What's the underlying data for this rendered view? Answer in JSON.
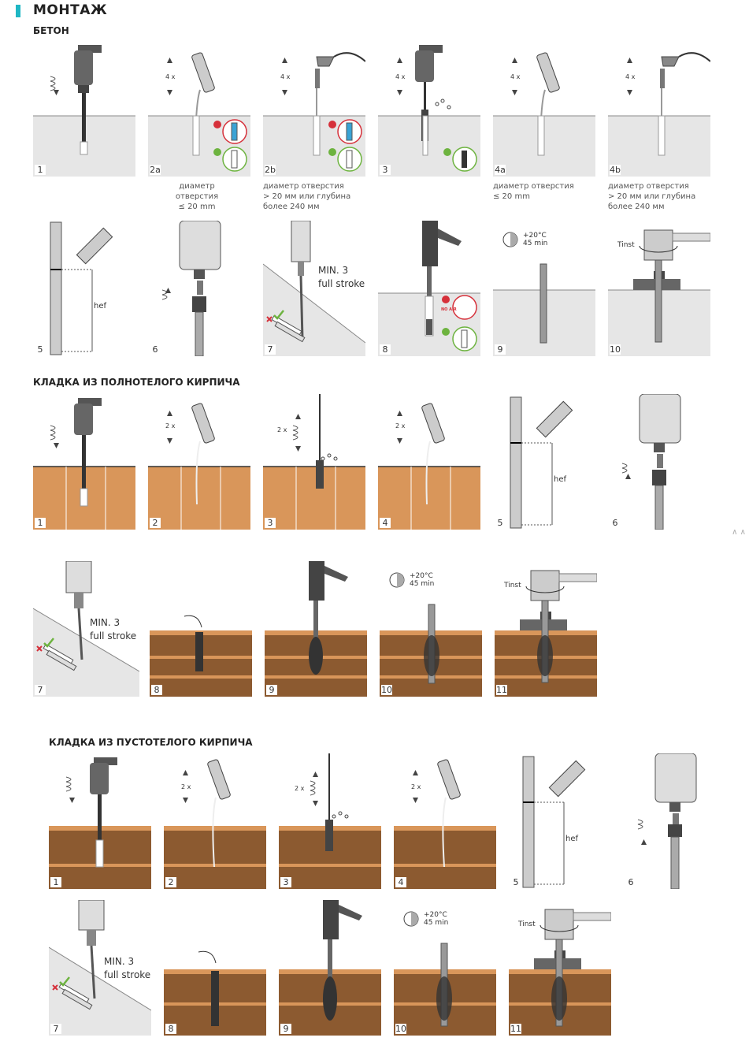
{
  "page": {
    "title": "МОНТАЖ",
    "hint": "∧ ∧"
  },
  "concrete": {
    "title": "БЕТОН",
    "steps_row1": [
      "1",
      "2a",
      "2b",
      "3",
      "4a",
      "4b"
    ],
    "steps_row2": [
      "5",
      "6",
      "7",
      "8",
      "9",
      "10"
    ],
    "captions": {
      "c2a": [
        "диаметр отверстия",
        "≤ 20 mm"
      ],
      "c2b": [
        "диаметр отверстия",
        "> 20 мм или глубина",
        "более 240 мм"
      ],
      "c4a": [
        "диаметр отверстия",
        "≤ 20 mm"
      ],
      "c4b": [
        "диаметр отверстия",
        "> 20 мм или глубина",
        "более 240 мм"
      ]
    },
    "multipliers": [
      "4 x",
      "4 x",
      "4 x",
      "4 x",
      "4 x"
    ],
    "min_stroke": [
      "MIN. 3",
      "full stroke"
    ],
    "no_air": "NO AIR",
    "temperature": [
      "+20°C",
      "45 min"
    ],
    "hef": "hef",
    "tinst": "Tinst"
  },
  "solid_brick": {
    "title": "КЛАДКА ИЗ ПОЛНОТЕЛОГО КИРПИЧА",
    "steps_row1": [
      "1",
      "2",
      "3",
      "4",
      "5",
      "6"
    ],
    "steps_row2": [
      "7",
      "8",
      "9",
      "10",
      "11"
    ],
    "multipliers": [
      "2 x",
      "2 x",
      "2 x"
    ],
    "min_stroke": [
      "MIN. 3",
      "full stroke"
    ],
    "temperature": [
      "+20°C",
      "45 min"
    ],
    "hef": "hef",
    "tinst": "Tinst"
  },
  "hollow_brick": {
    "title": "КЛАДКА ИЗ ПУСТОТЕЛОГО КИРПИЧА",
    "steps_row1": [
      "1",
      "2",
      "3",
      "4",
      "5",
      "6"
    ],
    "steps_row2": [
      "7",
      "8",
      "9",
      "10",
      "11"
    ],
    "multipliers": [
      "2 x",
      "2 x",
      "2 x"
    ],
    "min_stroke": [
      "MIN. 3",
      "full stroke"
    ],
    "temperature": [
      "+20°C",
      "45 min"
    ],
    "hef": "hef",
    "tinst": "Tinst"
  },
  "colors": {
    "accent": "#1fb7c4",
    "concrete": "#e6e6e6",
    "solid_brick": "#d9965a",
    "hollow_brick": "#8c5a30",
    "ok": "#6db33f",
    "error": "#d6303a"
  }
}
